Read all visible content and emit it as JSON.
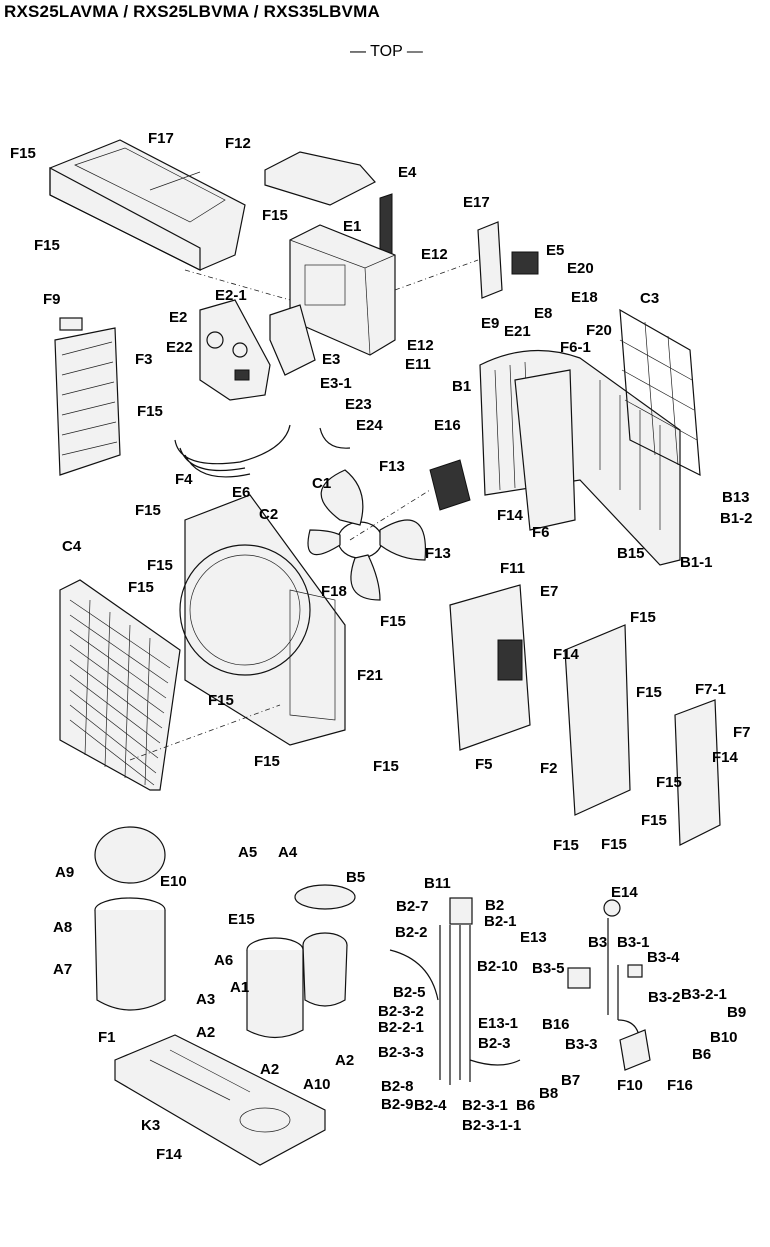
{
  "title": "RXS25LAVMA / RXS25LBVMA / RXS35LBVMA",
  "subtitle": "— TOP —",
  "labels": {
    "F15_a": "F15",
    "F17": "F17",
    "F12": "F12",
    "F15_b": "F15",
    "F15_c": "F15",
    "E4": "E4",
    "E17": "E17",
    "E1": "E1",
    "E12_a": "E12",
    "E5": "E5",
    "E20": "E20",
    "E18": "E18",
    "E2_1": "E2-1",
    "E9": "E9",
    "E8": "E8",
    "E21": "E21",
    "C3": "C3",
    "F9": "F9",
    "E2": "E2",
    "E12_b": "E12",
    "F20": "F20",
    "E22": "E22",
    "E3": "E3",
    "E11": "E11",
    "F6_1": "F6-1",
    "F3": "F3",
    "E3_1": "E3-1",
    "B1": "B1",
    "E23": "E23",
    "F15_d": "F15",
    "E24": "E24",
    "E16": "E16",
    "E6": "E6",
    "F13_a": "F13",
    "F4": "F4",
    "C1": "C1",
    "B13": "B13",
    "F14_a": "F14",
    "B1_2": "B1-2",
    "F15_e": "F15",
    "C2": "C2",
    "F6": "F6",
    "F13_b": "F13",
    "C4": "C4",
    "B15": "B15",
    "B1_1": "B1-1",
    "F15_f": "F15",
    "F11": "F11",
    "F15_g": "F15",
    "F18": "F18",
    "E7": "E7",
    "F15_h": "F15",
    "F15_i": "F15",
    "F14_b": "F14",
    "F21": "F21",
    "F15_j": "F15",
    "F7_1": "F7-1",
    "F15_k": "F15",
    "F7": "F7",
    "F15_l": "F15",
    "F15_m": "F15",
    "F14_c": "F14",
    "F5": "F5",
    "F2": "F2",
    "F15_n": "F15",
    "F15_o": "F15",
    "F15_p": "F15",
    "F15_q": "F15",
    "A5": "A5",
    "A4": "A4",
    "A9": "A9",
    "E10": "E10",
    "B5": "B5",
    "B11": "B11",
    "B2_7": "B2-7",
    "B2": "B2",
    "E14": "E14",
    "B2_1": "B2-1",
    "A8": "A8",
    "E15": "E15",
    "B2_2": "B2-2",
    "E13": "E13",
    "B3": "B3",
    "B3_1": "B3-1",
    "A6": "A6",
    "B2_10": "B2-10",
    "B3_4": "B3-4",
    "A7": "A7",
    "B3_5": "B3-5",
    "A1": "A1",
    "B2_5": "B2-5",
    "B3_2": "B3-2",
    "B3_2_1": "B3-2-1",
    "A3": "A3",
    "B2_3_2": "B2-3-2",
    "B9": "B9",
    "E13_1": "E13-1",
    "B16": "B16",
    "B2_2_1": "B2-2-1",
    "F1": "F1",
    "A2_a": "A2",
    "B10": "B10",
    "B3_3": "B3-3",
    "B2_3": "B2-3",
    "B2_3_3": "B2-3-3",
    "A2_b": "A2",
    "B6_a": "B6",
    "A2_c": "A2",
    "B7": "B7",
    "A10": "A10",
    "B2_8": "B2-8",
    "F10": "F10",
    "F16": "F16",
    "B8": "B8",
    "B2_9": "B2-9",
    "B2_4": "B2-4",
    "B6_b": "B6",
    "B2_3_1": "B2-3-1",
    "K3": "K3",
    "B2_3_1_1": "B2-3-1-1",
    "F14_d": "F14"
  }
}
